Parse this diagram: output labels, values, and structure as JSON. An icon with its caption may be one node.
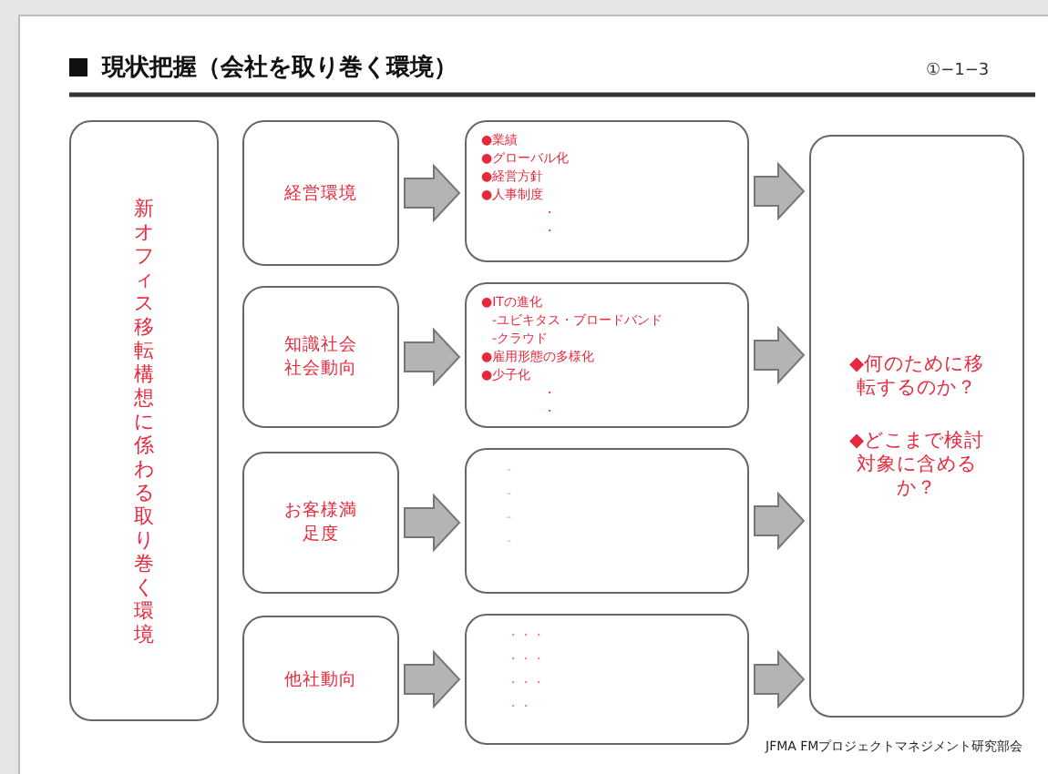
{
  "diagram": {
    "title": "現状把握（会社を取り巻く環境）",
    "nodes": [
      {
        "text": [
          "新オフィス移転構想に係わる取り巻く環境"
        ]
      },
      {
        "text": [
          "経営環境"
        ]
      },
      {
        "text": [
          "知識社会社会動向"
        ]
      },
      {
        "text": [
          "お客様満足度"
        ]
      },
      {
        "text": [
          "他社動向"
        ]
      },
      {
        "text": [
          "●業績",
          "●グローバル化",
          "●経営方針",
          "●人事制度",
          "・",
          "・"
        ]
      },
      {
        "text": [
          "●ITの進化",
          "-ユビキタス・ブロードバンド",
          "-クラウド",
          "●雇用形態の多様化",
          "●少子化",
          "・",
          "・"
        ]
      },
      {
        "text": [
          "-",
          "-",
          "-",
          "-"
        ]
      },
      {
        "text": [
          "・・・",
          "・・・",
          "・・・",
          "・・"
        ]
      },
      {
        "text": [
          "◆何のために移転するのか？",
          "◆どこまで検討対象に含めるか？"
        ]
      }
    ],
    "edges": [
      {
        "from": 1,
        "to": 5,
        "arrow": "to"
      },
      {
        "from": 2,
        "to": 6,
        "arrow": "to"
      },
      {
        "from": 3,
        "to": 7,
        "arrow": "to"
      },
      {
        "from": 4,
        "to": 8,
        "arrow": "to"
      },
      {
        "from": 5,
        "to": 9,
        "arrow": "to"
      },
      {
        "from": 6,
        "to": 9,
        "arrow": "to"
      },
      {
        "from": 7,
        "to": 9,
        "arrow": "to"
      },
      {
        "from": 8,
        "to": 9,
        "arrow": "to"
      }
    ],
    "labels": [
      "①−1−3",
      "JFMA FMプロジェクトマネジメント研究部会"
    ]
  }
}
